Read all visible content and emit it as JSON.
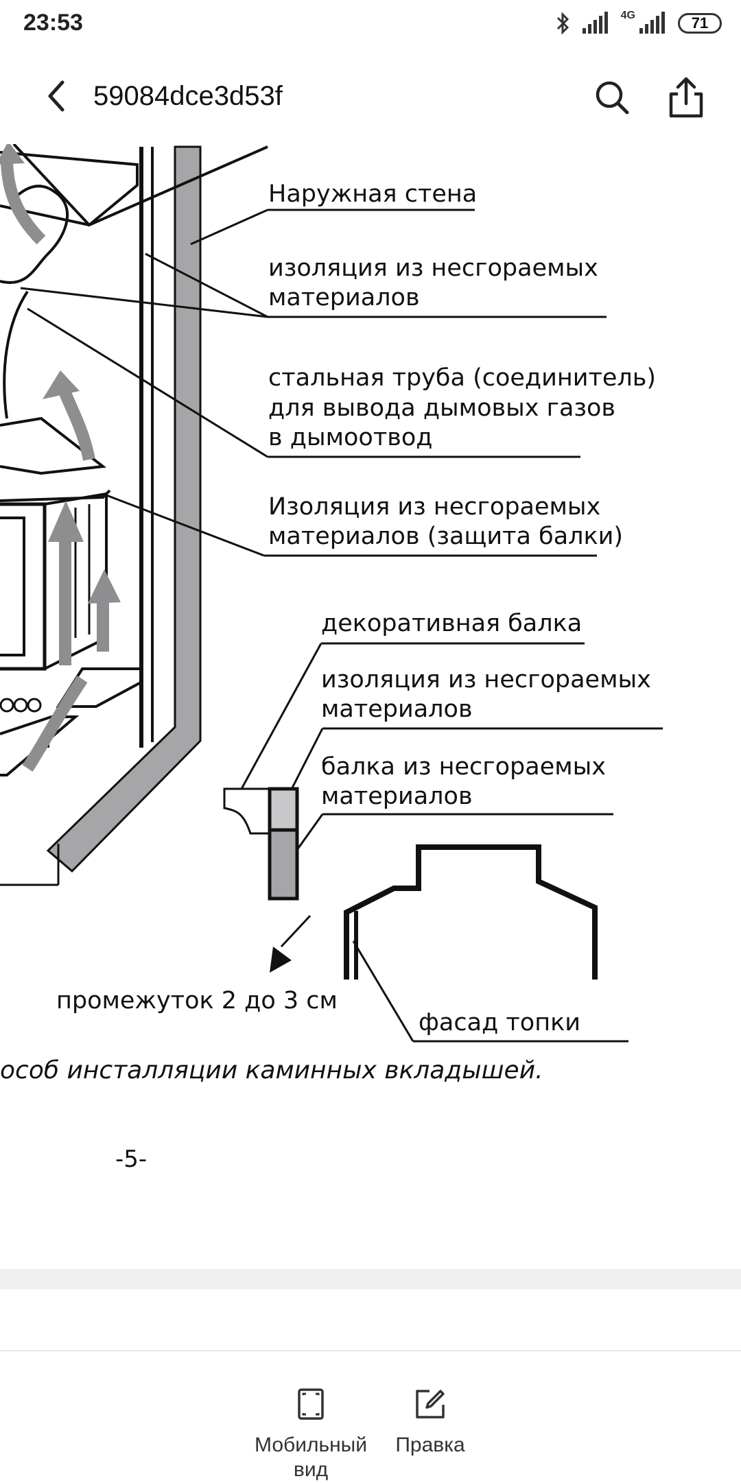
{
  "status_bar": {
    "time": "23:53",
    "network": "4G",
    "battery": "71"
  },
  "header": {
    "title": "59084dce3d53f"
  },
  "document": {
    "labels": {
      "outer_wall": "Наружная стена",
      "insulation_1_line1": "изоляция из несгораемых",
      "insulation_1_line2": "материалов",
      "steel_pipe_line1": "стальная труба (соединитель)",
      "steel_pipe_line2": "для вывода дымовых газов",
      "steel_pipe_line3": "в дымоотвод",
      "insulation_beam_line1": "Изоляция из несгораемых",
      "insulation_beam_line2": "материалов (защита балки)",
      "decorative_beam": "декоративная балка",
      "insulation_2_line1": "изоляция из несгораемых",
      "insulation_2_line2": "материалов",
      "beam_line1": "балка из несгораемых",
      "beam_line2": "материалов",
      "gap": "промежуток 2 до 3 см",
      "firebox_facade": "фасад топки"
    },
    "caption": "особ инсталляции каминных вкладышей.",
    "page_number": "-5-"
  },
  "bottom_bar": {
    "mobile_view_line1": "Мобильный",
    "mobile_view_line2": "вид",
    "edit": "Правка"
  }
}
